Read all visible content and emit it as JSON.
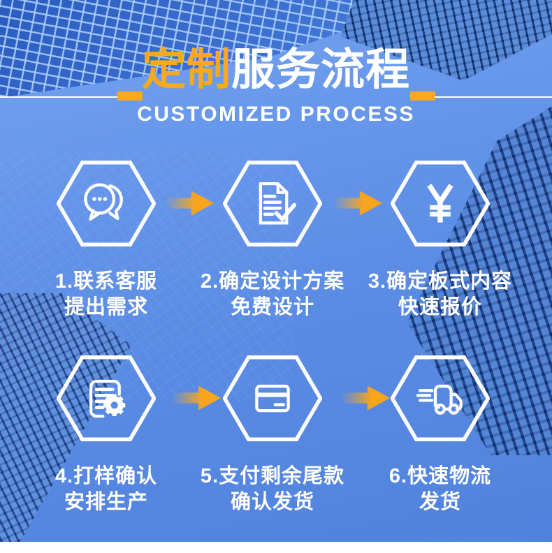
{
  "header": {
    "title_highlight": "定制",
    "title_rest": "服务流程",
    "subtitle": "CUSTOMIZED PROCESS"
  },
  "steps": [
    {
      "line1": "1.联系客服",
      "line2": "提出需求",
      "icon": "chat-icon"
    },
    {
      "line1": "2.确定设计方案",
      "line2": "免费设计",
      "icon": "document-check-icon"
    },
    {
      "line1": "3.确定板式内容",
      "line2": "快速报价",
      "icon": "yuan-icon"
    },
    {
      "line1": "4.打样确认",
      "line2": "安排生产",
      "icon": "document-gear-icon"
    },
    {
      "line1": "5.支付剩余尾款",
      "line2": "确认发货",
      "icon": "credit-card-icon"
    },
    {
      "line1": "6.快速物流",
      "line2": "发货",
      "icon": "truck-icon"
    }
  ],
  "colors": {
    "accent_orange": "#FAA91C",
    "background_blue": "#5B8CE4",
    "building_navy": "#1D4AA2",
    "text_white": "#FFFFFF"
  }
}
